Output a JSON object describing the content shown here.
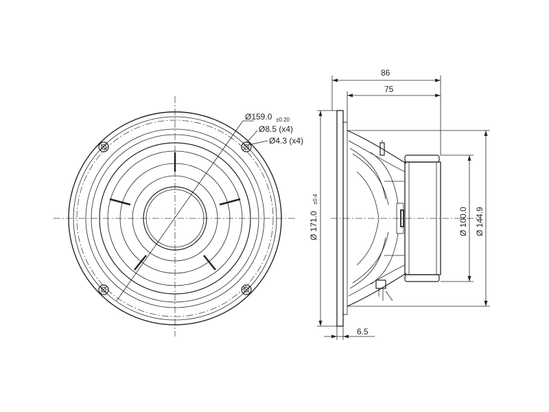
{
  "dimensions": {
    "front": {
      "mounting_diameter": "Ø159.0",
      "mounting_tolerance": "±0.20",
      "hole_large": "Ø8.5 (x4)",
      "hole_small": "Ø4.3 (x4)"
    },
    "side": {
      "overall_depth": "86",
      "basket_depth": "75",
      "flange_diameter": "Ø 171.0",
      "flange_tolerance": "±0.4",
      "magnet_diameter": "Ø 100.0",
      "basket_diameter": "Ø 144.9",
      "flange_thickness": "6.5"
    }
  },
  "colors": {
    "line": "#222222",
    "background": "#ffffff"
  }
}
